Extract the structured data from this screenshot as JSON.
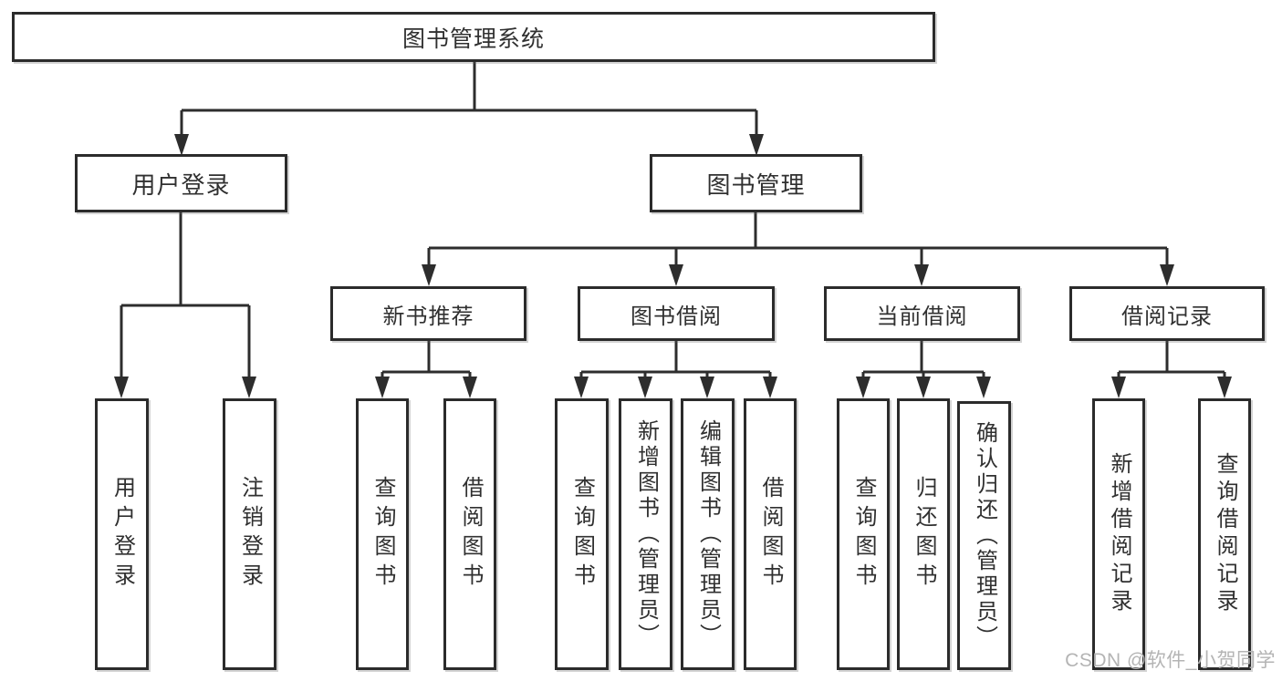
{
  "page": {
    "background": "#ffffff",
    "line_color": "#2d2d2d",
    "box_border_color": "#2b2b2b",
    "text_color": "#303030"
  },
  "watermark": {
    "text": "CSDN @软件_小贺同学",
    "color": "#b4b4b4"
  },
  "nodes": {
    "root": {
      "label": "图书管理系统"
    },
    "user_login": {
      "label": "用户登录",
      "children": [
        {
          "label": "用户登录"
        },
        {
          "label": "注销登录"
        }
      ]
    },
    "book_mgmt": {
      "label": "图书管理",
      "children": [
        {
          "label": "新书推荐",
          "children": [
            {
              "label": "查询图书"
            },
            {
              "label": "借阅图书"
            }
          ]
        },
        {
          "label": "图书借阅",
          "children": [
            {
              "label": "查询图书"
            },
            {
              "label": "新增图书（管理员）"
            },
            {
              "label": "编辑图书（管理员）"
            },
            {
              "label": "借阅图书"
            }
          ]
        },
        {
          "label": "当前借阅",
          "children": [
            {
              "label": "查询图书"
            },
            {
              "label": "归还图书"
            },
            {
              "label": "确认归还（管理员）"
            }
          ]
        },
        {
          "label": "借阅记录",
          "children": [
            {
              "label": "新增借阅记录"
            },
            {
              "label": "查询借阅记录"
            }
          ]
        }
      ]
    }
  }
}
